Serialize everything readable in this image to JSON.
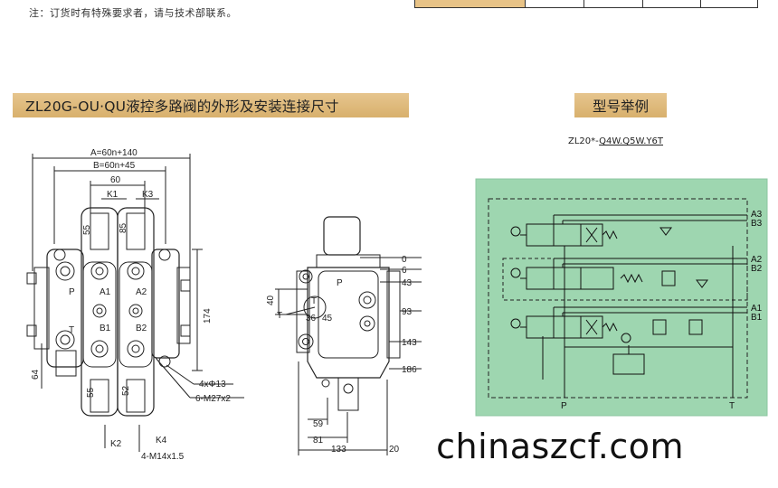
{
  "top_note": "注：订货时有特殊要求者，请与技术部联系。",
  "section_title_left": "ZL20G-OU·QU液控多路阀的外形及安装连接尺寸",
  "section_title_right": "型号举例",
  "model_example": {
    "prefix": "ZL20*-",
    "code": "Q4W.Q5W.Y6T"
  },
  "front_view": {
    "dim_A": "A=60n+140",
    "dim_B": "B=60n+45",
    "dim_60": "60",
    "dim_K1": "K1",
    "dim_K3": "K3",
    "dim_55_top": "55",
    "dim_85": "85",
    "dim_174": "174",
    "dim_64": "64",
    "dim_55_bot": "55",
    "dim_52": "52",
    "port_P": "P",
    "port_T": "T",
    "port_A1": "A1",
    "port_A2": "A2",
    "port_B1": "B1",
    "port_B2": "B2",
    "hole_spec": "4xΦ13",
    "thread_spec": "6-M27x2",
    "dim_K2": "K2",
    "dim_K4": "K4",
    "port_thread": "4-M14x1.5"
  },
  "side_view": {
    "dim_0": "0",
    "dim_6": "6",
    "dim_43": "43",
    "dim_93": "93",
    "dim_143": "143",
    "dim_186": "186",
    "dim_40": "40",
    "dim_36": "36",
    "dim_45": "45",
    "dim_59": "59",
    "dim_81": "81",
    "dim_133": "133",
    "dim_20": "20",
    "port_P": "P",
    "port_T": "T",
    "port_T2": "T"
  },
  "hydraulic_diagram": {
    "background": "#9ed6b0",
    "ports_right": [
      "A3",
      "B3",
      "A2",
      "B2",
      "A1",
      "B1"
    ],
    "port_P": "P",
    "port_T": "T"
  },
  "watermark": "chinaszcf.com"
}
